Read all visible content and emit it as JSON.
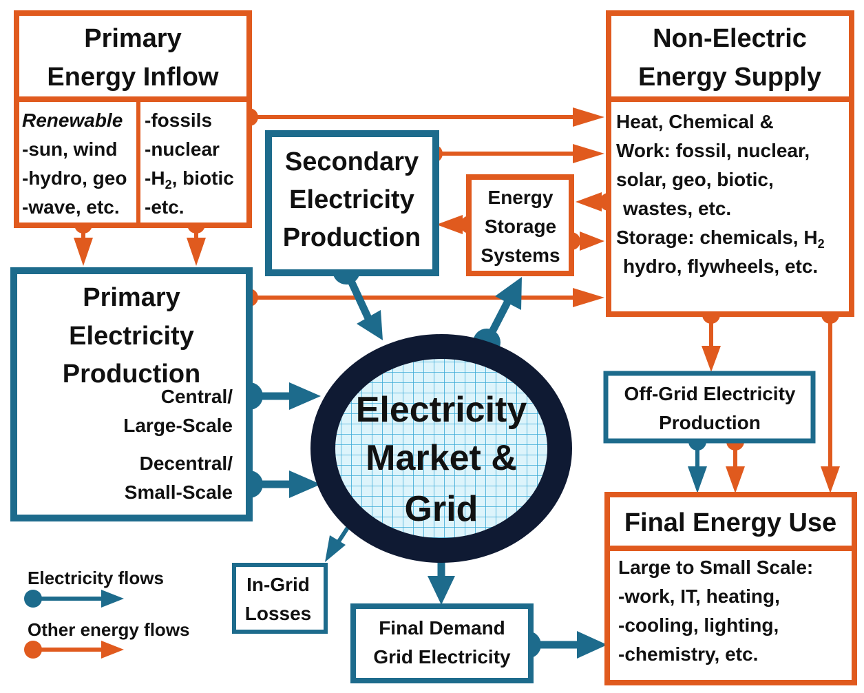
{
  "colors": {
    "orange": "#E05A1E",
    "blue": "#1D6B8C",
    "navy": "#0F1A33",
    "grid_fill": "#DDF4FB",
    "grid_line": "#3AAAD6",
    "text": "#111111"
  },
  "boxes": {
    "primary_inflow": {
      "title": [
        "Primary",
        "Energy Inflow"
      ],
      "renewable": [
        "Renewable",
        "-sun, wind",
        "-hydro, geo",
        "-wave, etc."
      ],
      "fossil": [
        "-fossils",
        "-nuclear",
        "-biotic",
        "-etc."
      ],
      "h2": {
        "h": "H",
        "sub": "2",
        "rest": ", biotic"
      }
    },
    "non_electric": {
      "title": [
        "Non-Electric",
        "Energy Supply"
      ],
      "body": [
        "Heat, Chemical &",
        "Work: fossil,  nuclear,",
        "solar, geo, biotic,",
        "wastes, etc.",
        "hydro, flywheels, etc."
      ],
      "storage_line": {
        "text": "Storage: chemicals, H",
        "sub": "2"
      }
    },
    "secondary": {
      "title": [
        "Secondary",
        "Electricity",
        "Production"
      ]
    },
    "storage": {
      "title": [
        "Energy",
        "Storage",
        "Systems"
      ]
    },
    "primary_prod": {
      "title": [
        "Primary",
        "Electricity",
        "Production"
      ],
      "central": [
        "Central/",
        "Large-Scale"
      ],
      "decentral": [
        "Decentral/",
        "Small-Scale"
      ]
    },
    "market": {
      "title": [
        "Electricity",
        "Market &",
        "Grid"
      ]
    },
    "offgrid": {
      "title": [
        "Off-Grid Electricity",
        "Production"
      ]
    },
    "final_use": {
      "title": "Final Energy Use",
      "body": [
        "Large to Small Scale:",
        "-work, IT, heating,",
        "-cooling, lighting,",
        "-chemistry, etc."
      ]
    },
    "losses": {
      "title": [
        "In-Grid",
        "Losses"
      ]
    },
    "final_demand": {
      "title": [
        "Final Demand",
        "Grid Electricity"
      ]
    }
  },
  "legend": {
    "electricity": "Electricity flows",
    "other": "Other energy flows"
  }
}
